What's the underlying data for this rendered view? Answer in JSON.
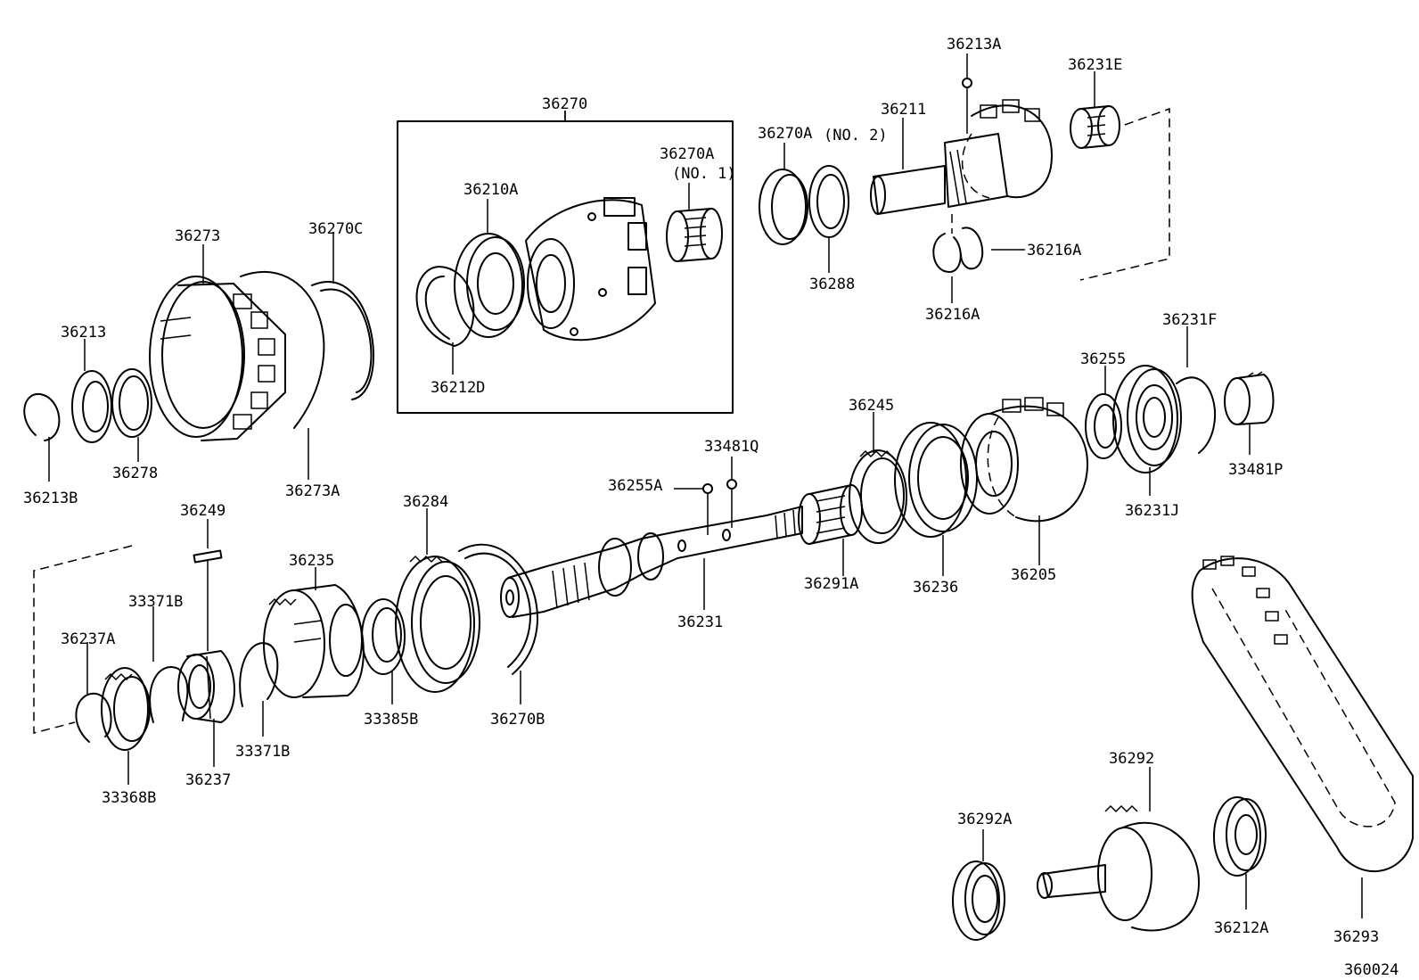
{
  "diagram": {
    "labels": {
      "l36213A": "36213A",
      "l36231E": "36231E",
      "l36270": "36270",
      "l36211": "36211",
      "l36270A_no2": "36270A",
      "l_no2": "(NO. 2)",
      "l36270A_no1": "36270A",
      "l_no1": "(NO. 1)",
      "l36210A": "36210A",
      "l36273": "36273",
      "l36270C": "36270C",
      "l36216A_r": "36216A",
      "l36288": "36288",
      "l36216A_b": "36216A",
      "l36213": "36213",
      "l36212D": "36212D",
      "l36231F": "36231F",
      "l36255": "36255",
      "l36245": "36245",
      "l33481Q": "33481Q",
      "l36278": "36278",
      "l36213B": "36213B",
      "l36273A": "36273A",
      "l33481P": "33481P",
      "l36255A": "36255A",
      "l36231J": "36231J",
      "l36249": "36249",
      "l36284": "36284",
      "l36235": "36235",
      "l36291A": "36291A",
      "l36236": "36236",
      "l36205": "36205",
      "l33371B_t": "33371B",
      "l36237A": "36237A",
      "l36231": "36231",
      "l33385B": "33385B",
      "l36270B": "36270B",
      "l33371B_b": "33371B",
      "l36292": "36292",
      "l36237": "36237",
      "l33368B": "33368B",
      "l36292A": "36292A",
      "l36212A": "36212A",
      "l36293": "36293",
      "l360024": "360024"
    }
  }
}
